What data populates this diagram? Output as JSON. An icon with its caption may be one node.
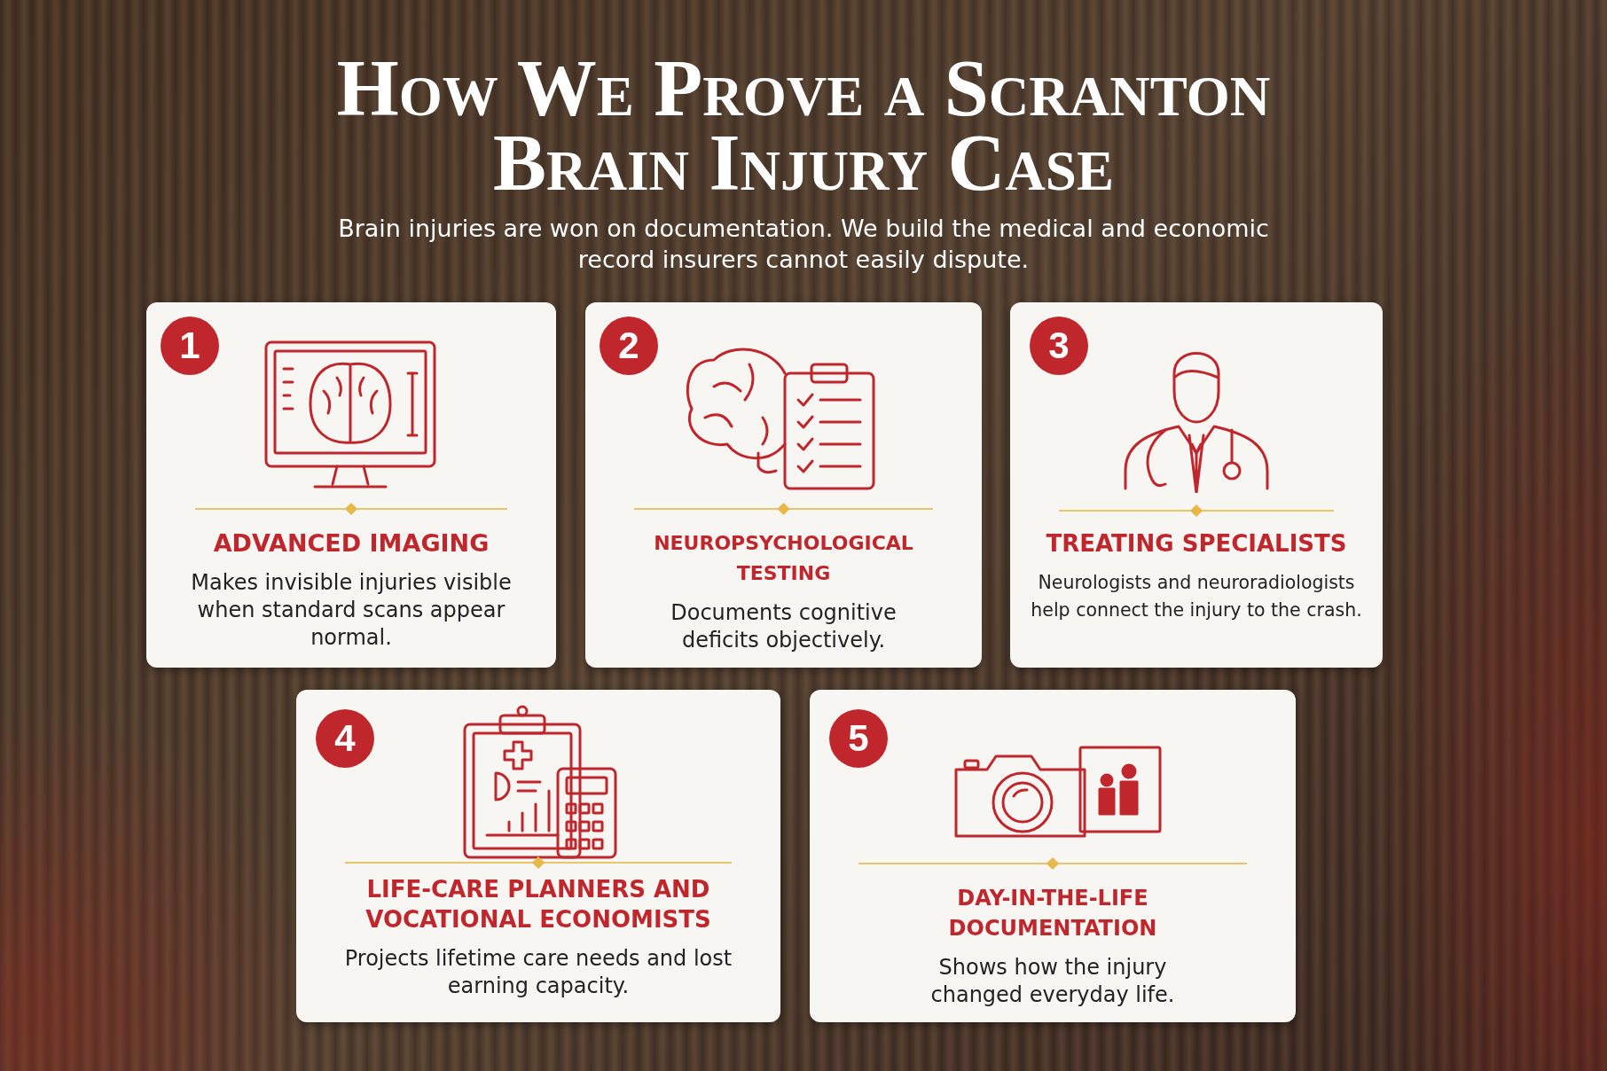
{
  "diagram": {
    "title": "How We Prove a Scranton Brain Injury Case",
    "nodes": [
      {
        "text": [
          "ADVANCED IMAGING",
          "Makes invisible injuries visible when standard scans appear normal."
        ]
      },
      {
        "text": [
          "1"
        ],
        "in": 0
      },
      {
        "text": [
          "NEUROPSYCHOLOGICAL TESTING",
          "Documents cognitive deficits objectively."
        ]
      },
      {
        "text": [
          "2"
        ],
        "in": 2
      },
      {
        "text": [
          "TREATING SPECIALISTS",
          "Neurologists and neuroradiologists help connect the injury to the crash."
        ]
      },
      {
        "text": [
          "3"
        ],
        "in": 4
      },
      {
        "text": [
          "LIFE-CARE PLANNERS AND VOCATIONAL ECONOMISTS",
          "Projects lifetime care needs and lost earning capacity."
        ]
      },
      {
        "text": [
          "4"
        ],
        "in": 6
      },
      {
        "text": [
          "DAY-IN-THE-LIFE DOCUMENTATION",
          "Shows how the injury changed everyday life."
        ]
      },
      {
        "text": [
          "5"
        ],
        "in": 8
      }
    ],
    "edges": [],
    "labels": [
      "Brain injuries are won on documentation. We build the medical and economic record insurers cannot easily dispute."
    ]
  }
}
